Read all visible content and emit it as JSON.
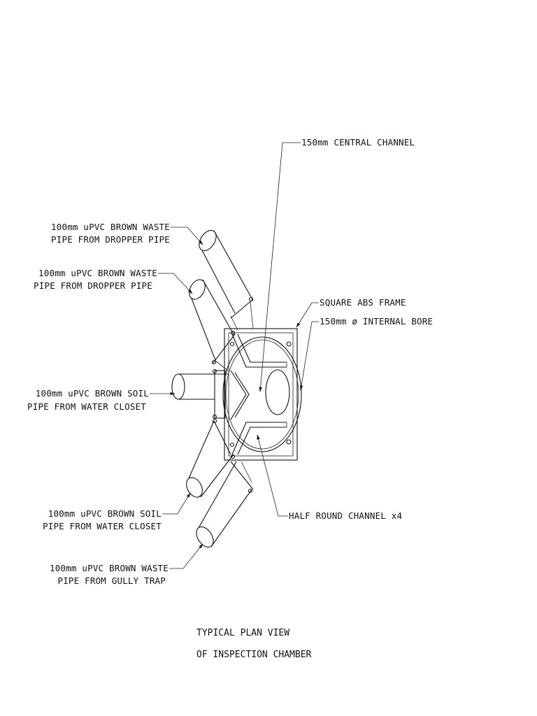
{
  "labels": {
    "central_channel": "150mm CENTRAL CHANNEL",
    "square_frame": "SQUARE ABS FRAME",
    "internal_bore": "150mm ø INTERNAL BORE",
    "half_round": "HALF ROUND CHANNEL x4",
    "waste_top_1": "100mm uPVC BROWN WASTE",
    "waste_top_2": "PIPE FROM DROPPER PIPE",
    "waste_second_1": "100mm uPVC BROWN WASTE",
    "waste_second_2": "PIPE FROM DROPPER PIPE",
    "soil_mid_1": "100mm uPVC BROWN SOIL",
    "soil_mid_2": "PIPE FROM WATER CLOSET",
    "soil_low_1": "100mm uPVC BROWN SOIL",
    "soil_low_2": "PIPE FROM WATER CLOSET",
    "gully_1": "100mm uPVC BROWN WASTE",
    "gully_2": "PIPE FROM GULLY TRAP"
  },
  "title": {
    "line1": "TYPICAL PLAN VIEW",
    "line2": "OF INSPECTION CHAMBER"
  }
}
